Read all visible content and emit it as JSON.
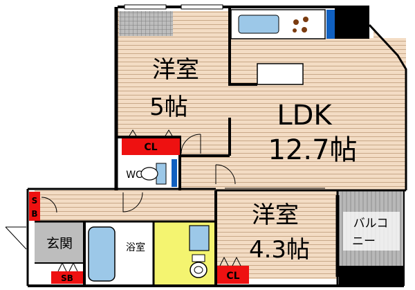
{
  "floorplan": {
    "rooms": {
      "western_5_name": "洋室",
      "western_5_size": "5帖",
      "ldk_name": "LDK",
      "ldk_size": "12.7帖",
      "western_43_name": "洋室",
      "western_43_size": "4.3帖",
      "entrance": "玄関",
      "bath": "浴室",
      "wc": "WC",
      "balcony_line1": "バルコ",
      "balcony_line2": "ニー"
    },
    "storage": {
      "cl_top": "CL",
      "cl_bottom": "CL",
      "sb_left_1": "S",
      "sb_left_2": "B",
      "sb_bottom": "SB"
    },
    "colors": {
      "flooring": "#f3dcc4",
      "flooring_line": "#c8a888",
      "wall": "#000000",
      "storage_red": "#ee1111",
      "fixture_blue": "#9cc8e8",
      "accent_blue": "#1060c0",
      "toilet_yellow": "#f4f470",
      "entrance_gray": "#bdbdbd",
      "balcony_gray": "#b8b8b8"
    }
  }
}
